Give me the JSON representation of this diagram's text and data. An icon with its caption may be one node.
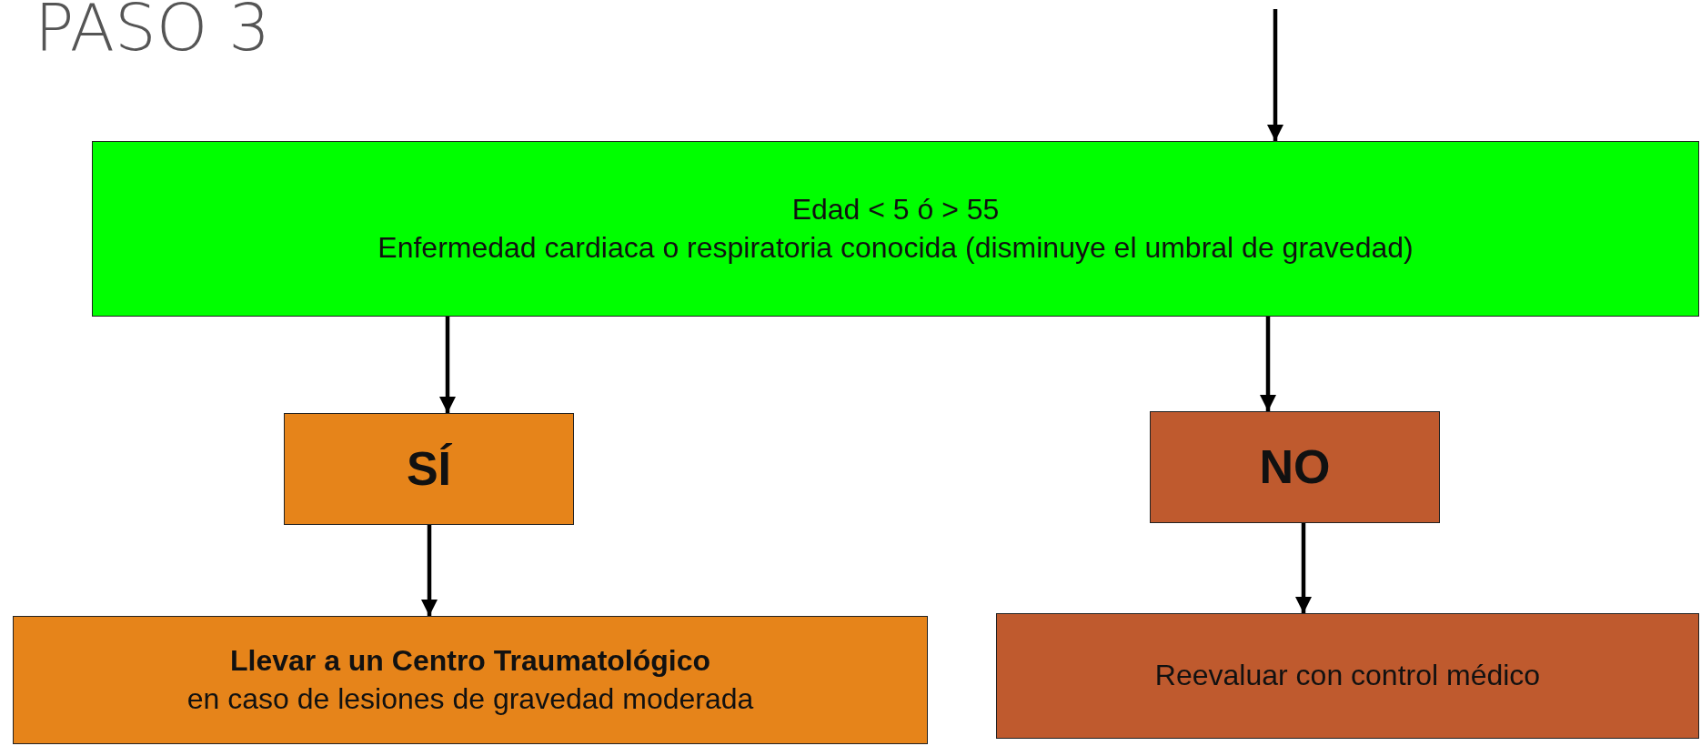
{
  "diagram": {
    "title": "PASO 3",
    "nodes": [
      {
        "text": [
          "Edad < 5 ó > 55",
          "Enfermedad cardiaca o respiratoria conocida (disminuye el umbral de gravedad)"
        ]
      },
      {
        "text": [
          "SÍ"
        ]
      },
      {
        "text": [
          "NO"
        ]
      },
      {
        "text": [
          "Llevar a un Centro Traumatológico",
          "en caso de lesiones de gravedad moderada"
        ]
      },
      {
        "text": [
          "Reevaluar con control médico"
        ]
      }
    ],
    "edges": [
      {
        "from": null,
        "to": 0,
        "arrow": "to"
      },
      {
        "from": 0,
        "to": 1,
        "arrow": "to"
      },
      {
        "from": 0,
        "to": 2,
        "arrow": "to"
      },
      {
        "from": 1,
        "to": 3,
        "arrow": "to"
      },
      {
        "from": 2,
        "to": 4,
        "arrow": "to"
      }
    ]
  }
}
